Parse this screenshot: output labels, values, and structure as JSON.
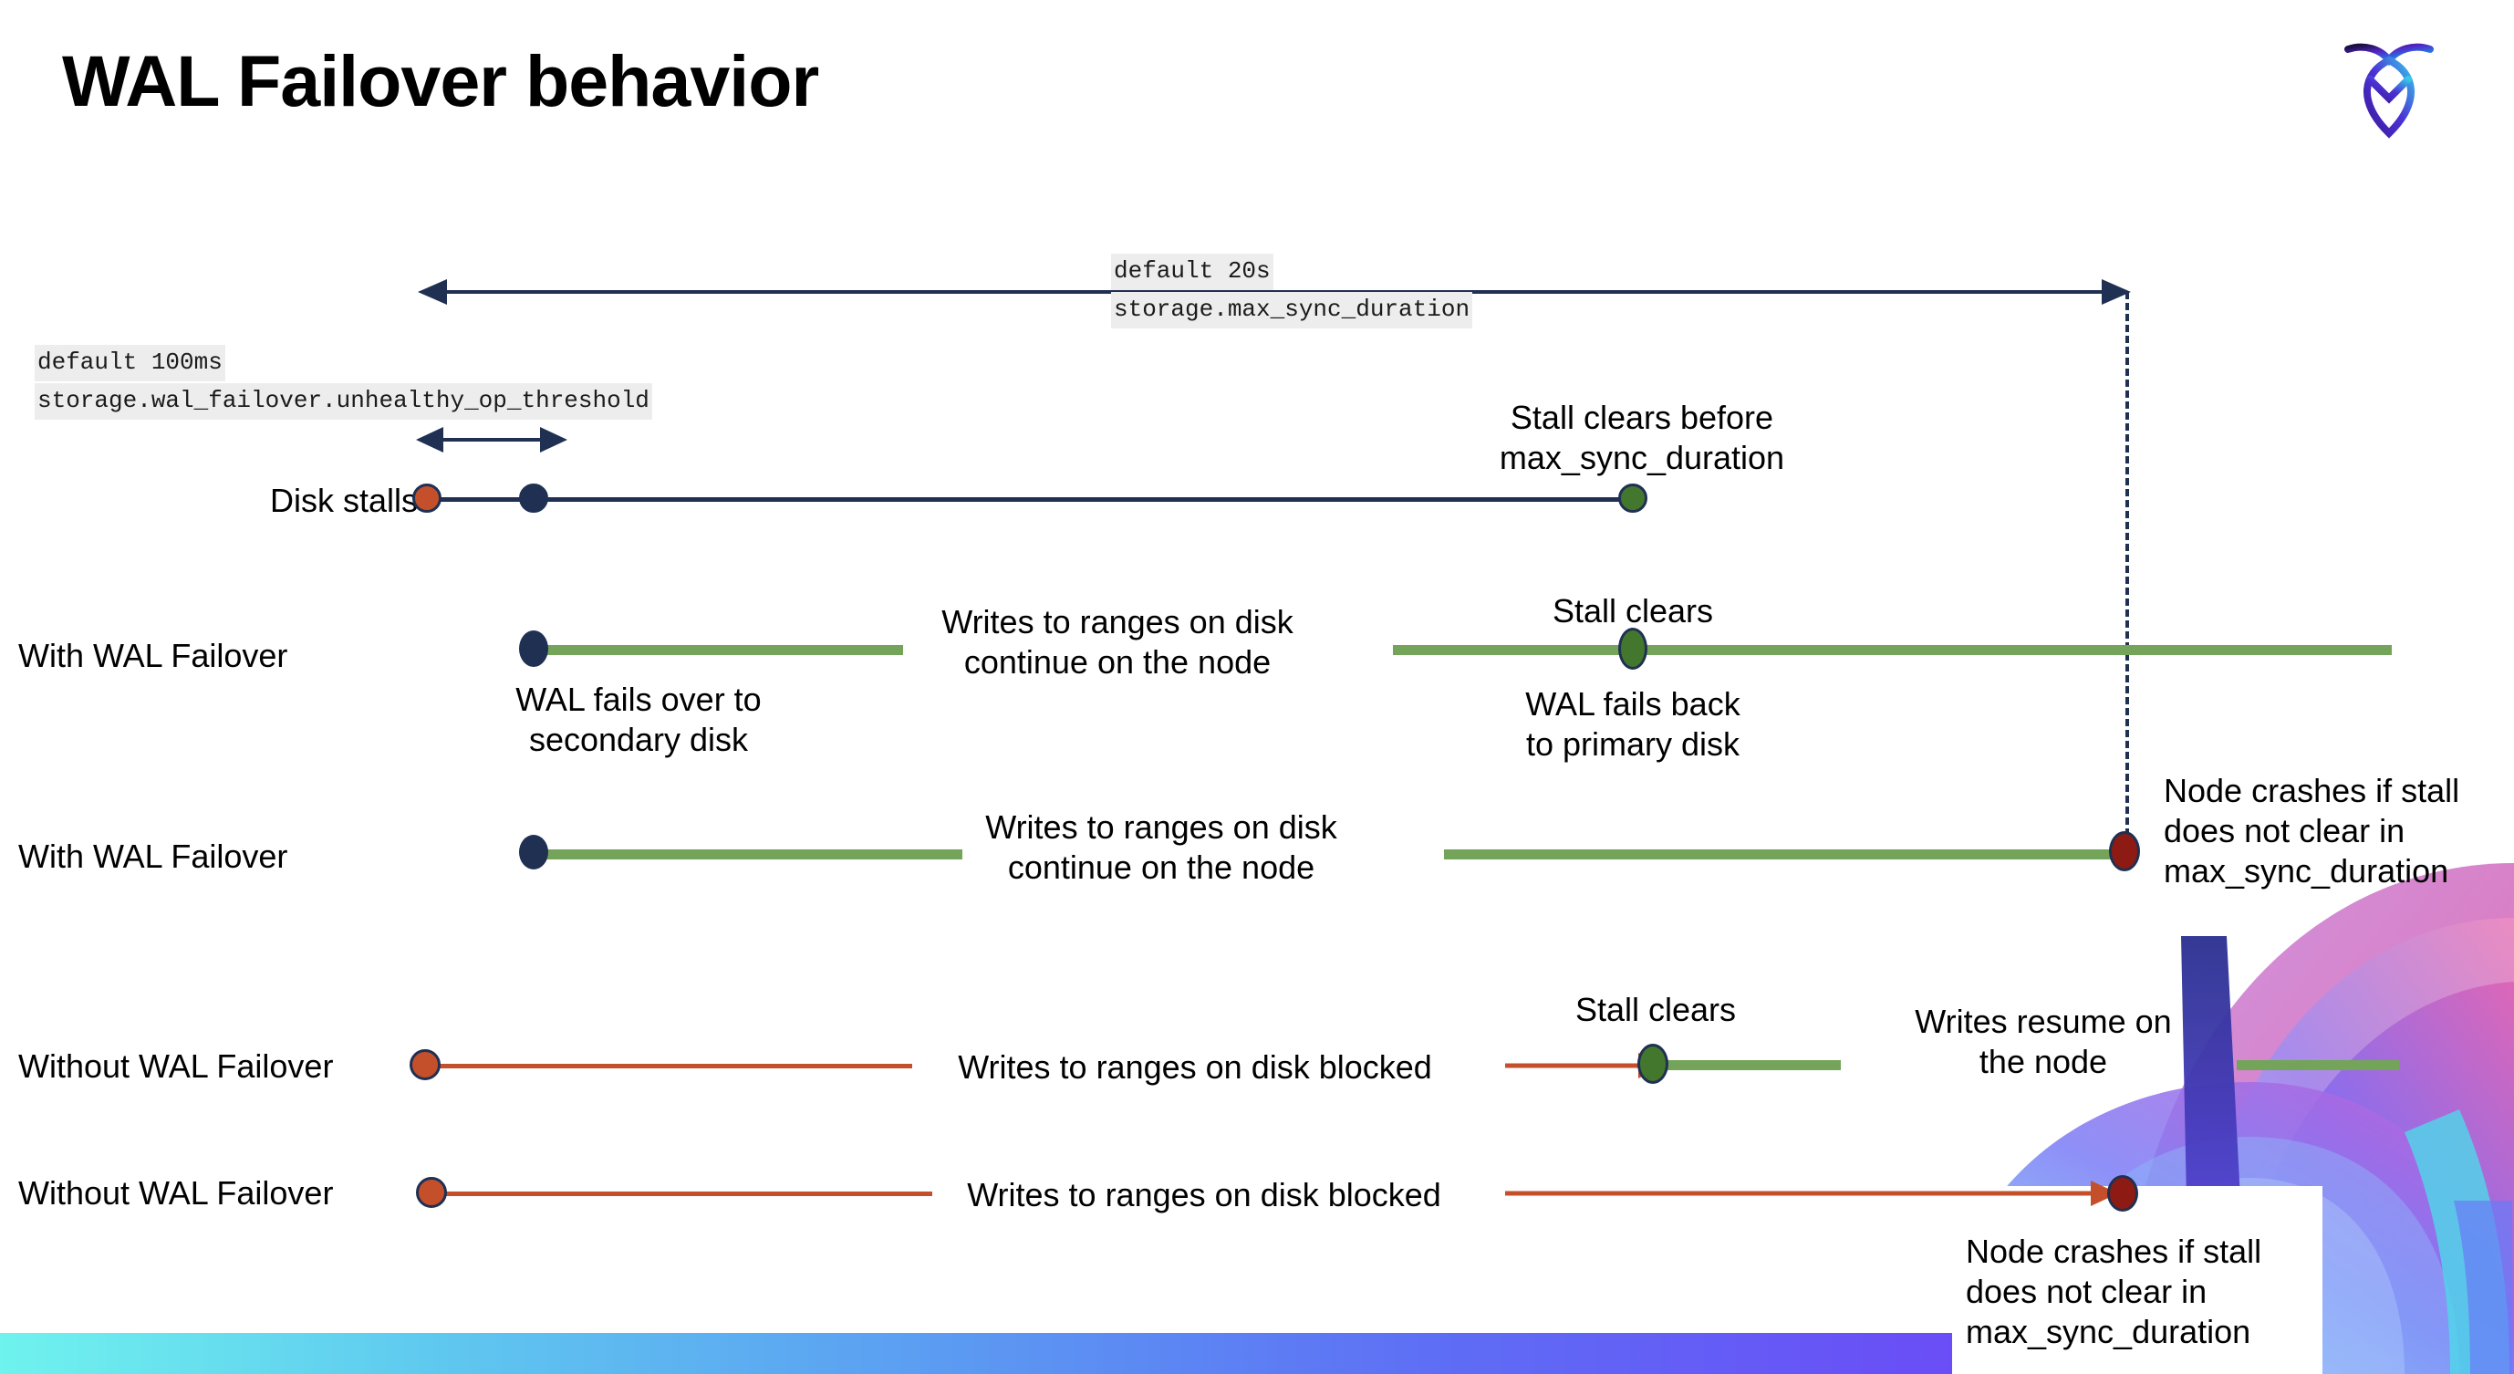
{
  "slide": {
    "title": "WAL Failover behavior",
    "logo_name": "cockroachdb-logo"
  },
  "settings": {
    "max_sync_duration": {
      "default_label": "default 20s",
      "setting_name": "storage.max_sync_duration"
    },
    "unhealthy_op_threshold": {
      "default_label": "default 100ms",
      "setting_name": "storage.wal_failover.unhealthy_op_threshold"
    }
  },
  "rows": {
    "disk_stalls": {
      "label": "Disk stalls",
      "annotation": "Stall clears before\nmax_sync_duration"
    },
    "with_failover_1": {
      "label": "With WAL Failover",
      "note_start": "WAL fails over to\nsecondary disk",
      "note_mid": "Writes to ranges on disk\ncontinue on the node",
      "note_clears": "Stall clears",
      "note_back": "WAL fails  back\nto primary disk"
    },
    "with_failover_2": {
      "label": "With WAL Failover",
      "note_mid": "Writes to ranges on disk\ncontinue on the node",
      "note_crash": "Node crashes if stall\ndoes not clear in\nmax_sync_duration"
    },
    "without_failover_1": {
      "label": "Without WAL Failover",
      "note_blocked": "Writes to ranges on disk  blocked",
      "note_clears": "Stall clears",
      "note_resume": "Writes resume on\nthe node"
    },
    "without_failover_2": {
      "label": "Without WAL Failover",
      "note_blocked": "Writes to ranges on disk  blocked",
      "note_crash": "Node crashes if stall\ndoes not clear in\nmax_sync_duration"
    }
  },
  "colors": {
    "navy": "#1f3053",
    "green_line": "#74a45a",
    "green_dot": "#44772e",
    "red_line": "#c4502b",
    "red_dot": "#c4502b",
    "dark_red_dot": "#8d1b13",
    "code_bg": "#ededed",
    "band_start": "#6ff3ee",
    "band_end": "#6a4df6"
  }
}
